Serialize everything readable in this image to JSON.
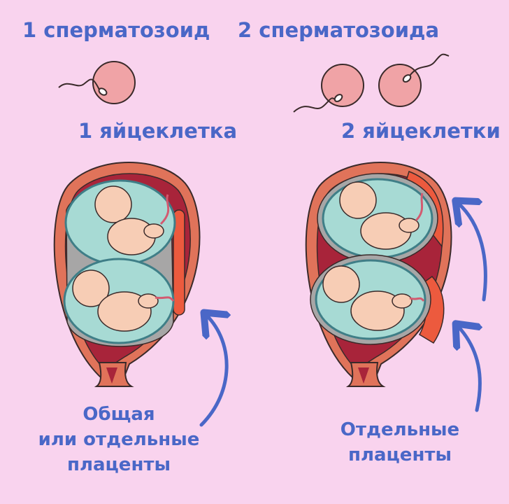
{
  "left": {
    "sperm_label": "1 сперматозоид",
    "egg_label": "1 яйцеклетка",
    "placenta_lines": [
      "Общая",
      "или отдельные",
      "плаценты"
    ]
  },
  "right": {
    "sperm_label": "2 сперматозоида",
    "egg_label": "2 яйцеклетки",
    "placenta_lines": [
      "Отдельные",
      "плаценты"
    ]
  },
  "colors": {
    "background": "#f9d3ee",
    "label": "#4a67c7",
    "egg": "#f0a3a6",
    "uterus_outer": "#e0735a",
    "uterus_wall": "#a8243a",
    "placenta": "#ec5a3e",
    "sac": "#a7dad4",
    "amnion_outline": "#3f7e87",
    "skin": "#f7cdb5",
    "arrow": "#4a67c7"
  }
}
